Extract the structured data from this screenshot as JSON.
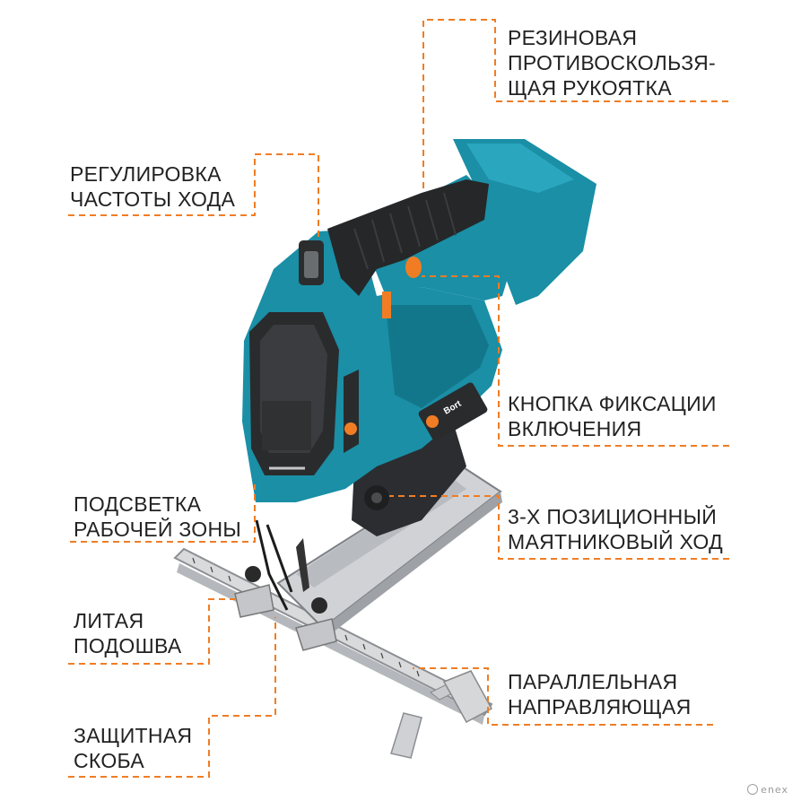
{
  "colors": {
    "accent": "#f07d24",
    "body_teal": "#1a8fa6",
    "dark": "#222222",
    "metal": "#c9cbce"
  },
  "brand": "Bort",
  "labels": {
    "grip": [
      "РЕЗИНОВАЯ",
      "ПРОТИВОСКОЛЬЗЯ-",
      "ЩАЯ РУКОЯТКА"
    ],
    "speed": [
      "РЕГУЛИРОВКА",
      "ЧАСТОТЫ ХОДА"
    ],
    "lock_button": [
      "КНОПКА ФИКСАЦИИ",
      "ВКЛЮЧЕНИЯ"
    ],
    "light": [
      "ПОДСВЕТКА",
      "РАБОЧЕЙ ЗОНЫ"
    ],
    "pendulum": [
      "3-Х ПОЗИЦИОННЫЙ",
      "МАЯТНИКОВЫЙ ХОД"
    ],
    "base": [
      "ЛИТАЯ",
      "ПОДОШВА"
    ],
    "guide": [
      "ПАРАЛЛЕЛЬНАЯ",
      "НАПРАВЛЯЮЩАЯ"
    ],
    "guard": [
      "ЗАЩИТНАЯ",
      "СКОБА"
    ]
  },
  "watermark": "enex"
}
